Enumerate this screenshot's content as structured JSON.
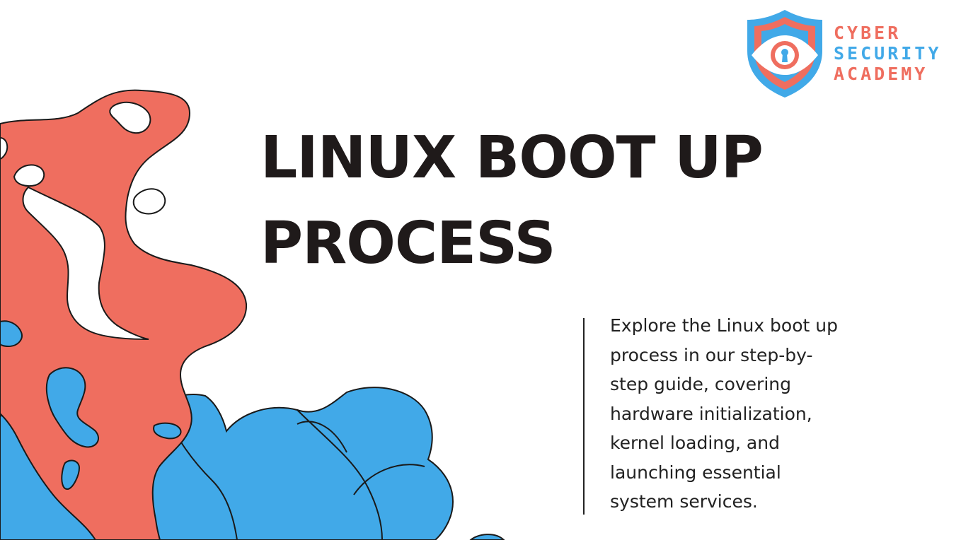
{
  "logo": {
    "line1": "CYBER",
    "line2": "SECURITY",
    "line3": "ACADEMY",
    "icon": "shield-eye-keyhole-icon"
  },
  "title": {
    "line1": "LINUX BOOT UP",
    "line2": "PROCESS"
  },
  "description": {
    "lines": [
      "Explore the Linux boot up",
      "process in our step-by-",
      "step guide, covering",
      "hardware initialization,",
      "kernel loading, and",
      "launching essential",
      "system services."
    ]
  },
  "colors": {
    "coral": "#EF6E5F",
    "blue": "#41A9E8",
    "dark": "#1F1A1A",
    "outline": "#1A1A1A"
  }
}
